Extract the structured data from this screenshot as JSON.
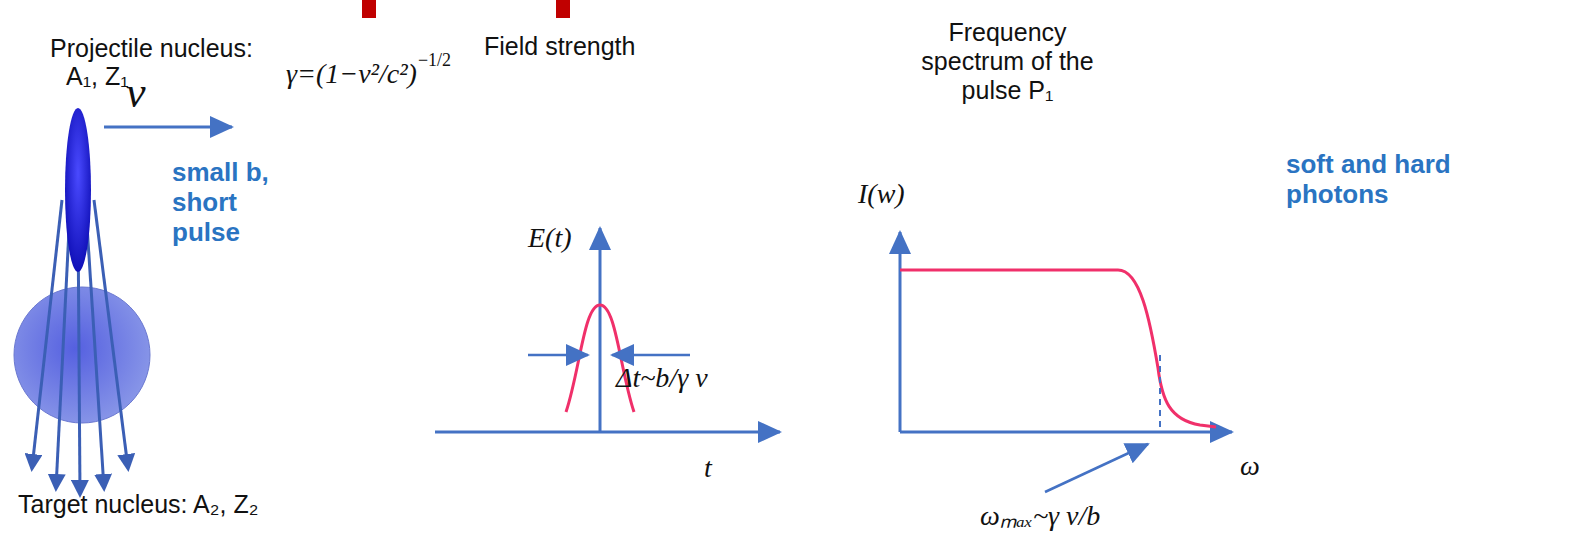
{
  "diagram": {
    "labels": [
      "Projectile nucleus:",
      "A₁, Z₁",
      "γ=(1−v²/c²)",
      "−1/2",
      "v",
      "small b, short pulse",
      "Target nucleus: A₂, Z₂",
      "Field strength",
      "E(t)",
      "Δt~b/γ v",
      "t",
      "Frequency spectrum of the pulse P₁",
      "I(w)",
      "soft and hard photons",
      "ω",
      "ωₘₐₓ~γ v/b"
    ]
  }
}
